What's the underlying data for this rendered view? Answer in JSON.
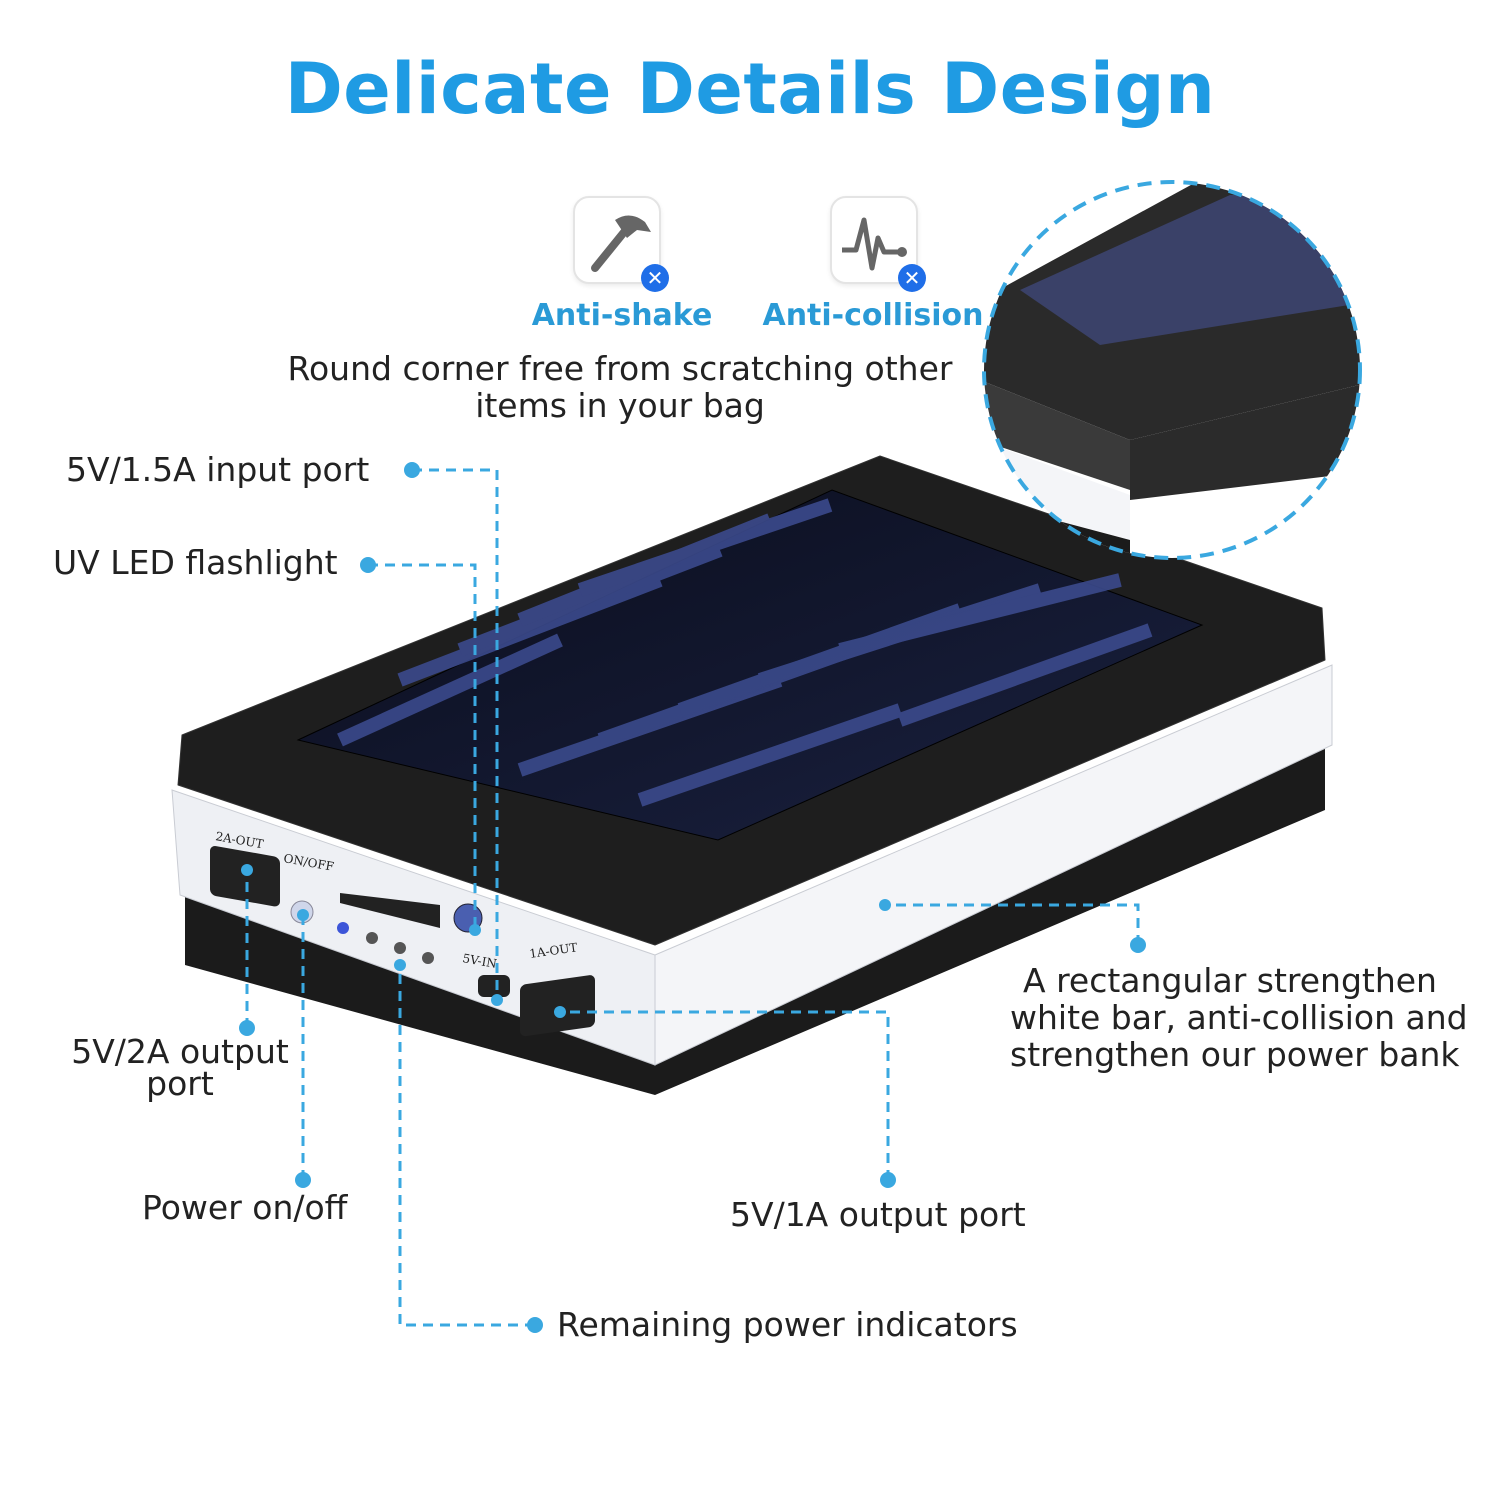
{
  "title": "Delicate Details Design",
  "features": [
    {
      "label": "Anti-shake",
      "icon": "hammer-icon"
    },
    {
      "label": "Anti-collision",
      "icon": "heartbeat-icon"
    }
  ],
  "round_corner_text": [
    "Round corner free from scratching other",
    "items in your bag"
  ],
  "callouts": {
    "input_port": "5V/1.5A input port",
    "uv_led": "UV LED flashlight",
    "output_2a": [
      "5V/2A output",
      "port"
    ],
    "power_onoff": "Power on/off",
    "remaining_power": "Remaining power indicators",
    "output_1a": "5V/1A output port",
    "white_bar": [
      "A rectangular strengthen",
      "white bar, anti-collision and",
      "strengthen our power bank"
    ]
  },
  "device_labels": {
    "out_2a": "2A-OUT",
    "on_off": "ON/OFF",
    "in_5v": "5V-IN",
    "out_1a": "1A-OUT"
  },
  "colors": {
    "accent": "#1f9be3",
    "dashed_line": "#3aa8e0",
    "badge": "#1f6ee8"
  }
}
